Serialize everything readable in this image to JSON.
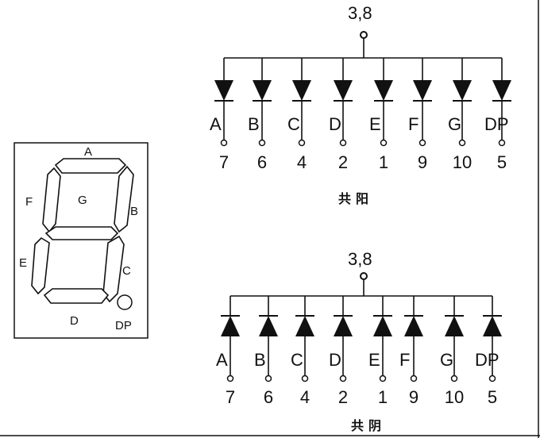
{
  "segment_display": {
    "labels": [
      "A",
      "B",
      "C",
      "D",
      "E",
      "F",
      "G",
      "DP"
    ]
  },
  "common_anode": {
    "common_pin": "3,8",
    "caption": "共阳",
    "segments": [
      {
        "name": "A",
        "pin": "7"
      },
      {
        "name": "B",
        "pin": "6"
      },
      {
        "name": "C",
        "pin": "4"
      },
      {
        "name": "D",
        "pin": "2"
      },
      {
        "name": "E",
        "pin": "1"
      },
      {
        "name": "F",
        "pin": "9"
      },
      {
        "name": "G",
        "pin": "10"
      },
      {
        "name": "DP",
        "pin": "5"
      }
    ]
  },
  "common_cathode": {
    "common_pin": "3,8",
    "caption": "共阴",
    "segments": [
      {
        "name": "A",
        "pin": "7"
      },
      {
        "name": "B",
        "pin": "6"
      },
      {
        "name": "C",
        "pin": "4"
      },
      {
        "name": "D",
        "pin": "2"
      },
      {
        "name": "E",
        "pin": "1"
      },
      {
        "name": "F",
        "pin": "9"
      },
      {
        "name": "G",
        "pin": "10"
      },
      {
        "name": "DP",
        "pin": "5"
      }
    ]
  }
}
